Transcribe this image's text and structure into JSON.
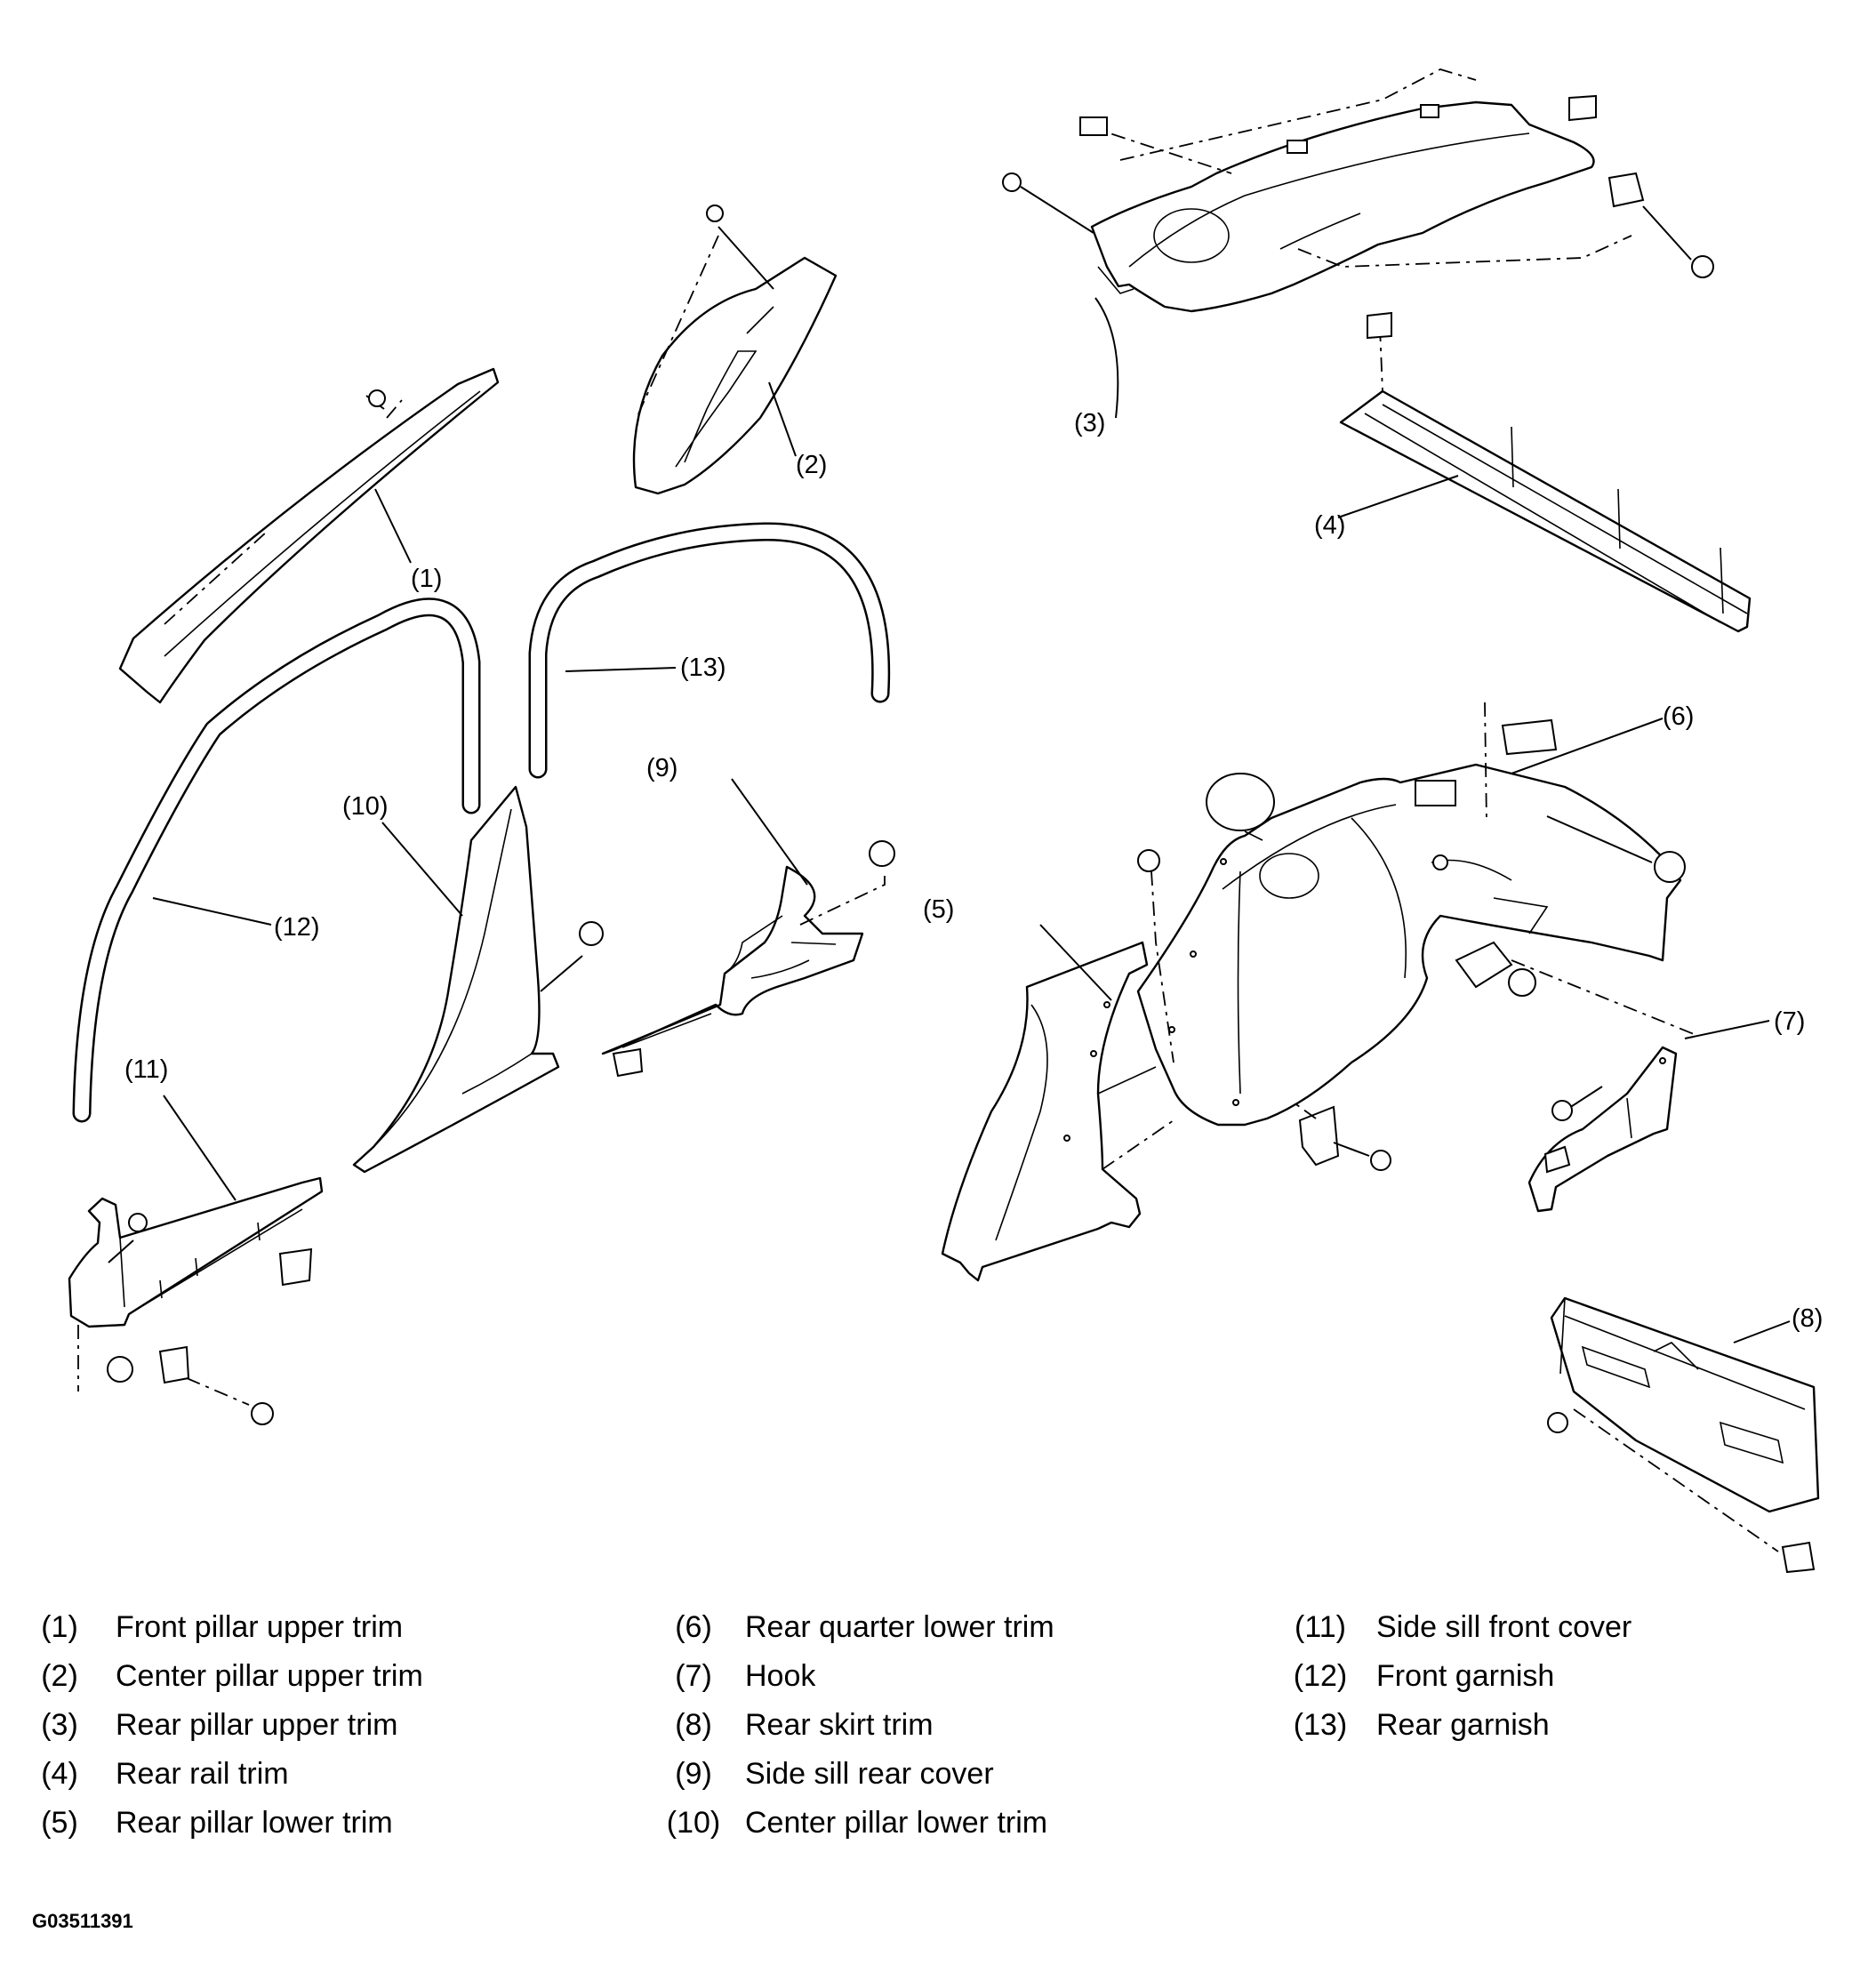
{
  "diagram": {
    "callouts": [
      "(1)",
      "(2)",
      "(3)",
      "(4)",
      "(5)",
      "(6)",
      "(7)",
      "(8)",
      "(9)",
      "(10)",
      "(11)",
      "(12)",
      "(13)"
    ]
  },
  "legend": [
    [
      {
        "num": "(1)",
        "name": "Front pillar upper trim"
      },
      {
        "num": "(2)",
        "name": "Center pillar upper trim"
      },
      {
        "num": "(3)",
        "name": "Rear pillar upper trim"
      },
      {
        "num": "(4)",
        "name": "Rear rail trim"
      },
      {
        "num": "(5)",
        "name": "Rear pillar lower trim"
      }
    ],
    [
      {
        "num": "(6)",
        "name": "Rear quarter lower trim"
      },
      {
        "num": "(7)",
        "name": "Hook"
      },
      {
        "num": "(8)",
        "name": "Rear skirt trim"
      },
      {
        "num": "(9)",
        "name": "Side sill rear cover"
      },
      {
        "num": "(10)",
        "name": "Center pillar lower trim"
      }
    ],
    [
      {
        "num": "(11)",
        "name": "Side sill front cover"
      },
      {
        "num": "(12)",
        "name": "Front garnish"
      },
      {
        "num": "(13)",
        "name": "Rear garnish"
      }
    ]
  ],
  "figure_code": "G03511391"
}
